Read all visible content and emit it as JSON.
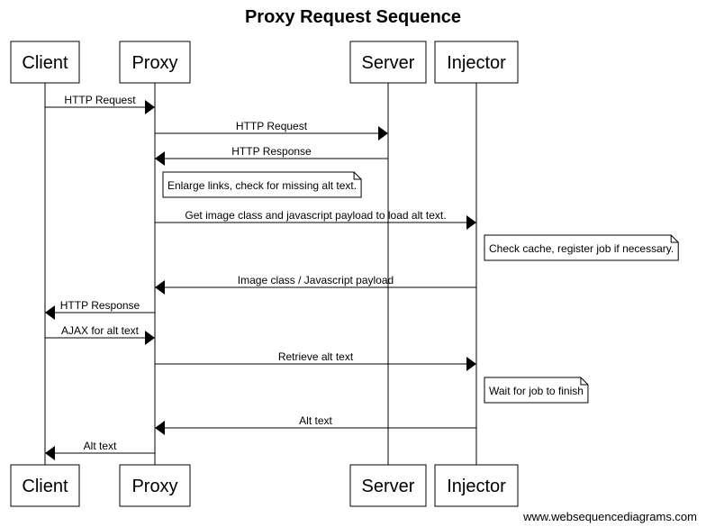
{
  "diagram": {
    "title": "Proxy Request Sequence",
    "participants": [
      {
        "id": "client",
        "label": "Client"
      },
      {
        "id": "proxy",
        "label": "Proxy"
      },
      {
        "id": "server",
        "label": "Server"
      },
      {
        "id": "injector",
        "label": "Injector"
      }
    ],
    "steps": [
      {
        "kind": "message",
        "from": "client",
        "to": "proxy",
        "label": "HTTP Request"
      },
      {
        "kind": "message",
        "from": "proxy",
        "to": "server",
        "label": "HTTP Request"
      },
      {
        "kind": "message",
        "from": "server",
        "to": "proxy",
        "label": "HTTP Response"
      },
      {
        "kind": "note",
        "at": "proxy",
        "label": "Enlarge links, check for missing alt text."
      },
      {
        "kind": "message",
        "from": "proxy",
        "to": "injector",
        "label": "Get image class and javascript payload to load alt text."
      },
      {
        "kind": "note",
        "at": "injector",
        "label": "Check cache, register job if necessary."
      },
      {
        "kind": "message",
        "from": "injector",
        "to": "proxy",
        "label": "Image class / Javascript payload"
      },
      {
        "kind": "message",
        "from": "proxy",
        "to": "client",
        "label": "HTTP Response"
      },
      {
        "kind": "message",
        "from": "client",
        "to": "proxy",
        "label": "AJAX for alt text"
      },
      {
        "kind": "message",
        "from": "proxy",
        "to": "injector",
        "label": "Retrieve alt text"
      },
      {
        "kind": "note",
        "at": "injector",
        "label": "Wait for job to finish"
      },
      {
        "kind": "message",
        "from": "injector",
        "to": "proxy",
        "label": "Alt text"
      },
      {
        "kind": "message",
        "from": "proxy",
        "to": "client",
        "label": "Alt text"
      }
    ],
    "watermark": "www.websequencediagrams.com"
  }
}
